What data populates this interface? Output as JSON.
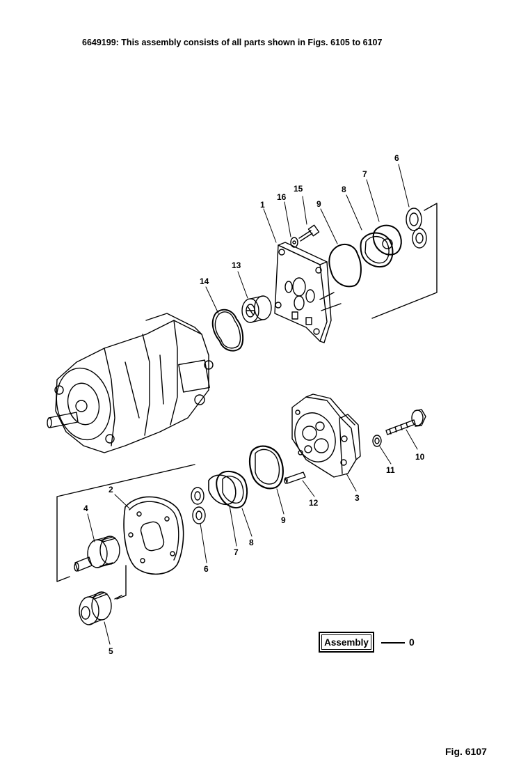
{
  "header": {
    "text": "6649199: This assembly consists of all parts shown in Figs. 6105 to 6107"
  },
  "callouts": {
    "c1": "1",
    "c2": "2",
    "c3": "3",
    "c4": "4",
    "c5": "5",
    "c6a": "6",
    "c6b": "6",
    "c7a": "7",
    "c7b": "7",
    "c8a": "8",
    "c8b": "8",
    "c9a": "9",
    "c9b": "9",
    "c10": "10",
    "c11": "11",
    "c12": "12",
    "c13": "13",
    "c14": "14",
    "c15": "15",
    "c16": "16"
  },
  "assembly": {
    "label": "Assembly",
    "number": "0"
  },
  "figure": {
    "label": "Fig. 6107"
  }
}
